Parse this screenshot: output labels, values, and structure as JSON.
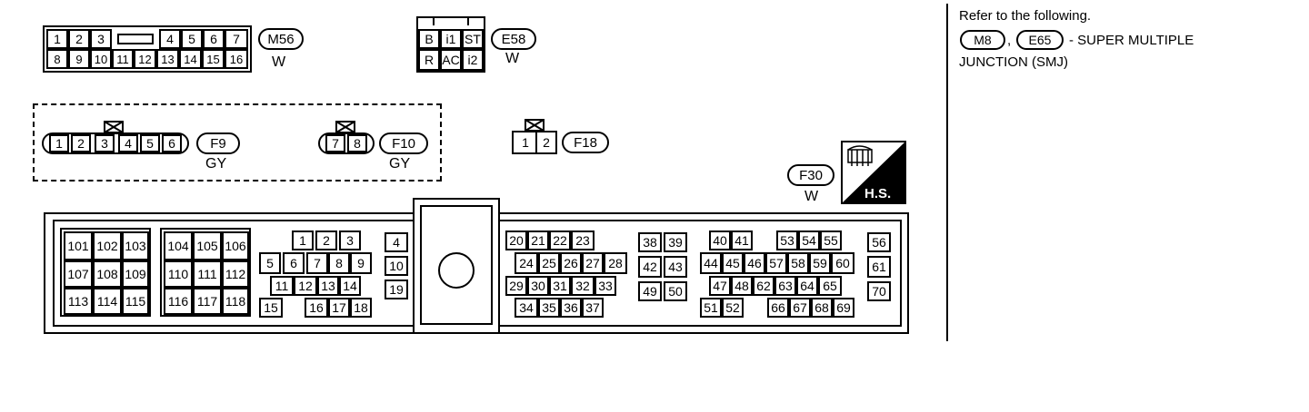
{
  "connectors": {
    "m56": {
      "id": "M56",
      "color": "W",
      "row1": [
        "1",
        "2",
        "3",
        "",
        "4",
        "5",
        "6",
        "7"
      ],
      "row2": [
        "8",
        "9",
        "10",
        "11",
        "12",
        "13",
        "14",
        "15",
        "16"
      ]
    },
    "e58": {
      "id": "E58",
      "color": "W",
      "row1": [
        "B",
        "i1",
        "ST"
      ],
      "row2": [
        "R",
        "AC",
        "i2"
      ]
    },
    "f9": {
      "id": "F9",
      "color": "GY",
      "pins": [
        "1",
        "2",
        "3",
        "4",
        "5",
        "6"
      ]
    },
    "f10": {
      "id": "F10",
      "color": "GY",
      "pins": [
        "7",
        "8"
      ]
    },
    "f18": {
      "id": "F18",
      "pins": [
        "1",
        "2"
      ]
    },
    "f30": {
      "id": "F30",
      "color": "W",
      "badge": "H.S."
    }
  },
  "note": {
    "line1": "Refer to the following.",
    "ref1": "M8",
    "sep": ",",
    "ref2": "E65",
    "line2_rest": "- SUPER MULTIPLE",
    "line3": "JUNCTION (SMJ)"
  },
  "ecm": {
    "block_a": [
      "101",
      "102",
      "103",
      "107",
      "108",
      "109",
      "113",
      "114",
      "115"
    ],
    "block_b": [
      "104",
      "105",
      "106",
      "110",
      "111",
      "112",
      "116",
      "117",
      "118"
    ],
    "block_c": {
      "row1": [
        "1",
        "2",
        "3"
      ],
      "row2": [
        "5",
        "6",
        "7",
        "8",
        "9"
      ],
      "row3": [
        "11",
        "12",
        "13",
        "14"
      ],
      "row4": [
        "15",
        "16",
        "17",
        "18"
      ]
    },
    "block_d": [
      "4",
      "10",
      "19"
    ],
    "block_e": {
      "row1": [
        "20",
        "21",
        "22",
        "23"
      ],
      "row2": [
        "24",
        "25",
        "26",
        "27",
        "28"
      ],
      "row3": [
        "29",
        "30",
        "31",
        "32",
        "33"
      ],
      "row4": [
        "34",
        "35",
        "36",
        "37"
      ]
    },
    "block_f": [
      "38",
      "39",
      "42",
      "43",
      "49",
      "50"
    ],
    "block_g": {
      "row1a": [
        "40",
        "41"
      ],
      "row1b": [
        "53",
        "54",
        "55"
      ],
      "row2": [
        "44",
        "45",
        "46",
        "57",
        "58",
        "59",
        "60"
      ],
      "row3": [
        "47",
        "48",
        "62",
        "63",
        "64",
        "65"
      ],
      "row4a": [
        "51",
        "52"
      ],
      "row4b": [
        "66",
        "67",
        "68",
        "69"
      ]
    },
    "block_h": [
      "56",
      "61",
      "70"
    ]
  }
}
